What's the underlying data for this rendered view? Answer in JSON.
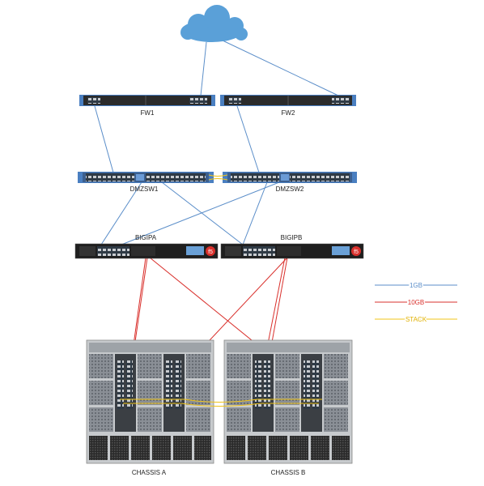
{
  "devices": {
    "fw1": "FW1",
    "fw2": "FW2",
    "dmzsw1": "DMZSW1",
    "dmzsw2": "DMZSW2",
    "bigipa": "BIGIPA",
    "bigipb": "BIGIPB",
    "chassis_a": "CHASSIS A",
    "chassis_b": "CHASSIS B"
  },
  "legend": {
    "items": [
      {
        "label": "1GB",
        "color": "#5b8ec9"
      },
      {
        "label": "10GB",
        "color": "#d9302c"
      },
      {
        "label": "STACK",
        "color": "#f0c419"
      }
    ]
  },
  "colors": {
    "cloud": "#5aa0d8",
    "link_1gb": "#5b8ec9",
    "link_10gb": "#d9302c",
    "link_stack": "#f0c419",
    "device_bezel": "#4a7fc1",
    "device_body": "#2b2b2b"
  },
  "icons": [
    "cloud-icon",
    "firewall-icon",
    "switch-icon",
    "load-balancer-icon",
    "blade-chassis-icon"
  ]
}
